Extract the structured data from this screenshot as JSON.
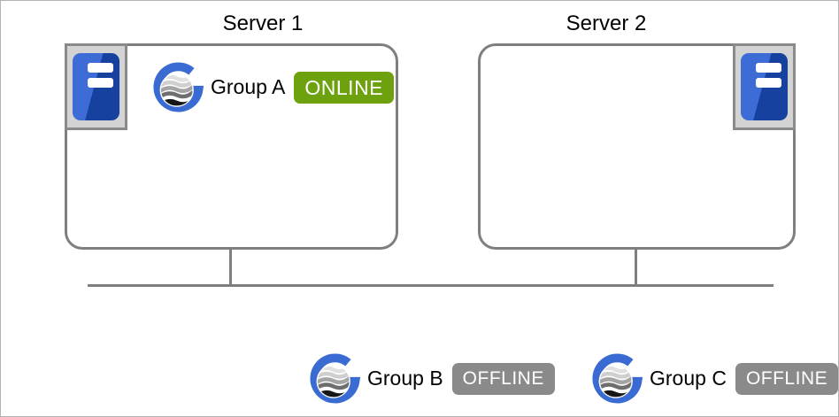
{
  "diagram": {
    "servers": [
      {
        "label": "Server 1"
      },
      {
        "label": "Server 2"
      }
    ],
    "groups": [
      {
        "label": "Group A",
        "status": "ONLINE",
        "location": "server1"
      },
      {
        "label": "Group B",
        "status": "OFFLINE",
        "location": "standalone"
      },
      {
        "label": "Group C",
        "status": "OFFLINE",
        "location": "standalone"
      }
    ],
    "colors": {
      "online_green": "#6da10e",
      "offline_gray": "#8a8a8a",
      "outline_gray": "#7f7f7f",
      "group_icon_blue": "#3a6bd3",
      "server_icon_blue_light": "#3d6cd6",
      "server_icon_blue_dark": "#16419e"
    }
  }
}
